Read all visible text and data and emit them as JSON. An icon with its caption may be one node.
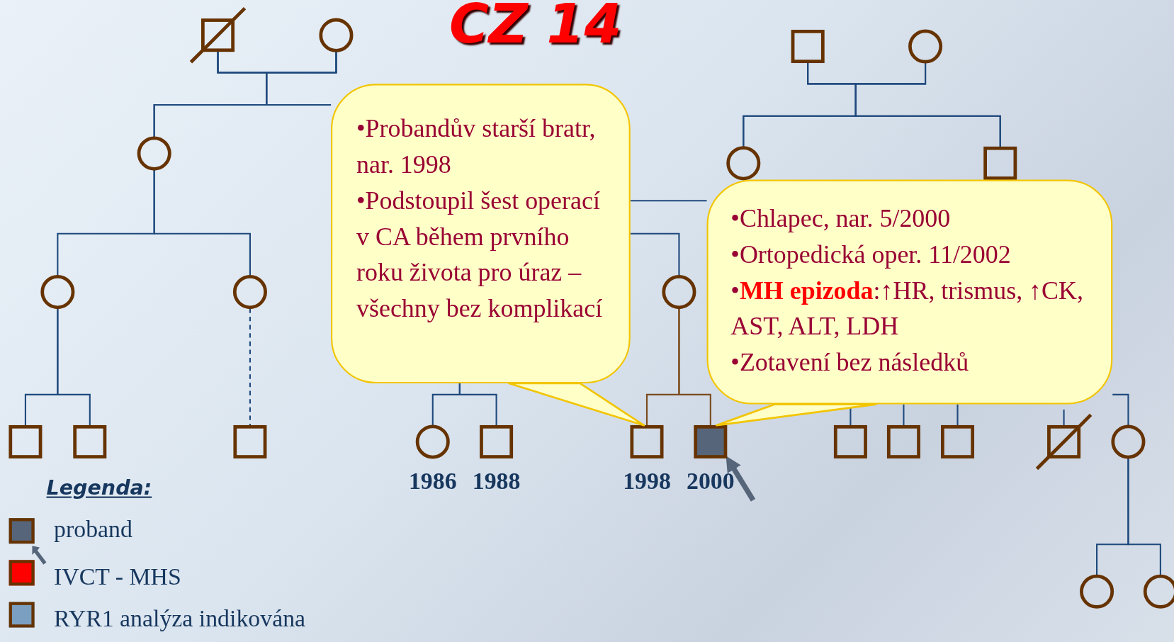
{
  "diagram": {
    "title": "CZ 14",
    "nodes": [
      {
        "text": [],
        "shape": "box"
      },
      {
        "text": [],
        "shape": "circle"
      },
      {
        "text": [],
        "shape": "circle"
      },
      {
        "text": [],
        "shape": "box"
      },
      {
        "text": [],
        "shape": "circle"
      },
      {
        "text": [],
        "shape": "circle"
      },
      {
        "text": [],
        "shape": "box"
      },
      {
        "text": [],
        "shape": "circle"
      },
      {
        "text": [],
        "shape": "circle"
      },
      {
        "text": [],
        "shape": "circle"
      },
      {
        "text": [],
        "shape": "box"
      },
      {
        "text": [],
        "shape": "box"
      },
      {
        "text": [],
        "shape": "box"
      },
      {
        "text": [],
        "shape": "circle",
        "beside": [
          "1986"
        ]
      },
      {
        "text": [],
        "shape": "box",
        "beside": [
          "1988"
        ]
      },
      {
        "text": [],
        "shape": "box",
        "beside": [
          "1998"
        ]
      },
      {
        "text": [],
        "shape": "box",
        "beside": [
          "2000"
        ]
      },
      {
        "text": [],
        "shape": "box"
      },
      {
        "text": [],
        "shape": "box"
      },
      {
        "text": [],
        "shape": "box"
      },
      {
        "text": [],
        "shape": "box"
      },
      {
        "text": [],
        "shape": "circle"
      },
      {
        "text": [],
        "shape": "circle"
      },
      {
        "text": [],
        "shape": "circle"
      },
      {
        "text": [
          "•Probandův starší bratr, nar. 1998",
          "•Podstoupil šest operací v CA během prvního roku života pro úraz – všechny bez komplikací"
        ]
      },
      {
        "text": [
          "•Chlapec, nar. 5/2000",
          "•Ortopedická oper. 11/2002",
          "•**MH epizoda**:↑HR, trismus, ↑CK, AST, ALT, LDH",
          "•Zotavení bez následků"
        ]
      }
    ],
    "edges": [
      {
        "from": 0,
        "to": 1,
        "arrow": "none"
      },
      {
        "from": 0,
        "to": 2,
        "arrow": "none"
      },
      {
        "from": 1,
        "to": 2,
        "arrow": "none"
      },
      {
        "from": 3,
        "to": 5,
        "arrow": "none"
      },
      {
        "from": 4,
        "to": 5,
        "arrow": "none"
      },
      {
        "from": 3,
        "to": 6,
        "arrow": "none"
      },
      {
        "from": 4,
        "to": 6,
        "arrow": "none"
      },
      {
        "from": 2,
        "to": 7,
        "arrow": "none"
      },
      {
        "from": 2,
        "to": 8,
        "arrow": "none"
      },
      {
        "from": 7,
        "to": 10,
        "arrow": "none"
      },
      {
        "from": 7,
        "to": 11,
        "arrow": "none"
      },
      {
        "from": 8,
        "to": 12,
        "arrow": "none",
        "style": "dashed"
      },
      {
        "from": 24,
        "to": 9,
        "arrow": "none"
      },
      {
        "from": 24,
        "to": 13,
        "arrow": "none"
      },
      {
        "from": 24,
        "to": 14,
        "arrow": "none"
      },
      {
        "from": 9,
        "to": 15,
        "arrow": "none",
        "color": "#7a4a1c"
      },
      {
        "from": 9,
        "to": 16,
        "arrow": "none",
        "color": "#7a4a1c"
      },
      {
        "from": 25,
        "to": 17,
        "arrow": "none"
      },
      {
        "from": 25,
        "to": 18,
        "arrow": "none"
      },
      {
        "from": 25,
        "to": 19,
        "arrow": "none"
      },
      {
        "from": null,
        "to": 20,
        "arrow": "none"
      },
      {
        "from": 25,
        "to": 21,
        "arrow": "none"
      },
      {
        "from": 21,
        "to": 22,
        "arrow": "none"
      },
      {
        "from": 21,
        "to": 23,
        "arrow": "none"
      },
      {
        "from": 24,
        "to": 15,
        "arrow": "none",
        "color": "#f2c500"
      },
      {
        "from": 25,
        "to": 16,
        "arrow": "none",
        "color": "#f2c500"
      },
      {
        "from": null,
        "to": 16,
        "arrow": "to",
        "style": "thick",
        "color": "#56657a"
      },
      {
        "from": 24,
        "to": 25,
        "arrow": "none"
      },
      {
        "from": 0,
        "to": 24,
        "arrow": "none"
      },
      {
        "from": 1,
        "to": 24,
        "arrow": "none"
      }
    ],
    "labels": [
      "Legenda:"
    ],
    "legend": [
      {
        "text": "proband",
        "color": "#56657a"
      },
      {
        "text": "IVCT - MHS",
        "color": "#ff0000"
      },
      {
        "text": "RYR1 analýza indikována",
        "color": "#7b9fc1"
      }
    ]
  }
}
